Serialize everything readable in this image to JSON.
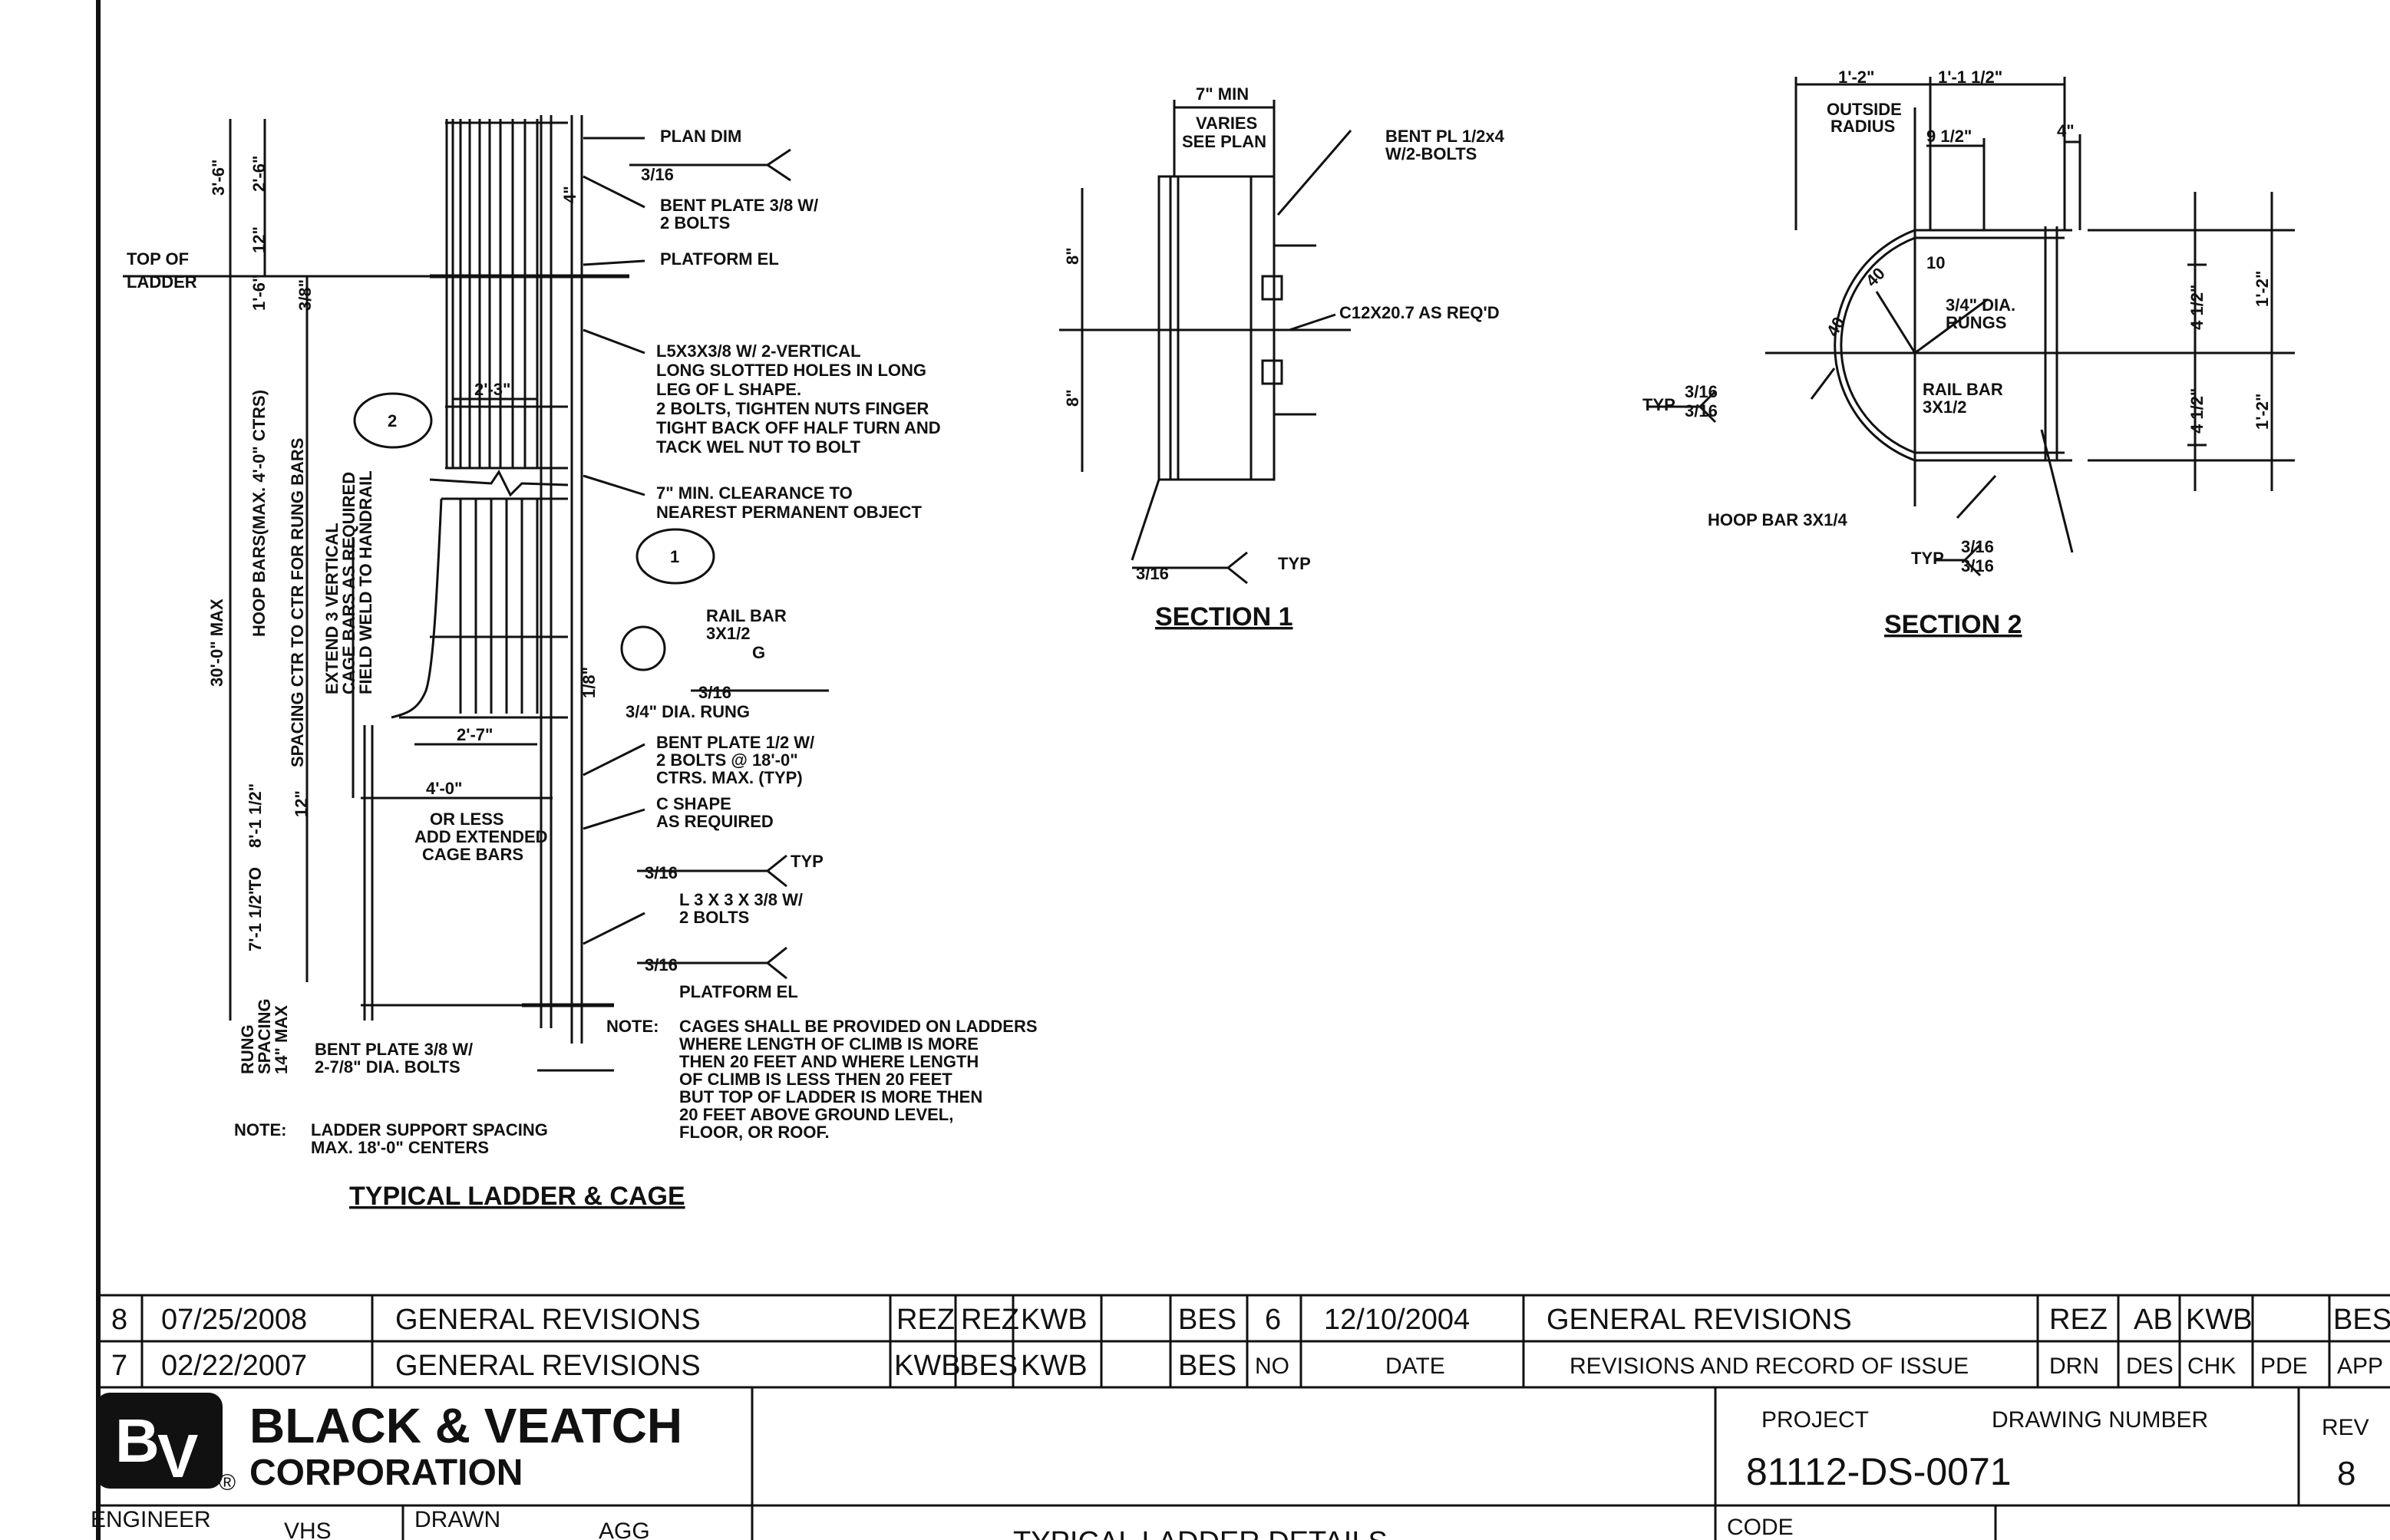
{
  "ladder_labels": {
    "plan_dim": "PLAN DIM",
    "weld_316": "3/16",
    "bent_plate_38_l1": "BENT PLATE 3/8 W/",
    "bent_plate_38_l2": "2 BOLTS",
    "platform_el": "PLATFORM EL",
    "l5_l1": "L5X3X3/8 W/ 2-VERTICAL",
    "l5_l2": "LONG SLOTTED HOLES IN LONG",
    "l5_l3": "LEG OF L SHAPE.",
    "l5_l4": "2 BOLTS, TIGHTEN NUTS FINGER",
    "l5_l5": "TIGHT BACK OFF HALF TURN AND",
    "l5_l6": "TACK WEL NUT TO BOLT",
    "clear_l1": "7\" MIN. CLEARANCE TO",
    "clear_l2": "NEAREST PERMANENT OBJECT",
    "rail_l1": "RAIL BAR",
    "rail_l2": "3X1/2",
    "weld_g": "G",
    "rung": "3/4\" DIA. RUNG",
    "bp12_l1": "BENT PLATE 1/2 W/",
    "bp12_l2": "2 BOLTS @ 18'-0\"",
    "bp12_l3": "CTRS. MAX. (TYP)",
    "cshape_l1": "C SHAPE",
    "cshape_l2": "AS REQUIRED",
    "typ": "TYP",
    "l3_l1": "L 3 X 3 X 3/8 W/",
    "l3_l2": "2 BOLTS",
    "note": "NOTE:",
    "cage_note_l1": "CAGES SHALL BE PROVIDED ON LADDERS",
    "cage_note_l2": "WHERE LENGTH OF CLIMB IS MORE",
    "cage_note_l3": "THEN 20 FEET AND WHERE LENGTH",
    "cage_note_l4": "OF CLIMB IS LESS THEN 20 FEET",
    "cage_note_l5": "BUT TOP OF LADDER IS MORE THEN",
    "cage_note_l6": "20 FEET ABOVE GROUND LEVEL,",
    "cage_note_l7": "FLOOR, OR ROOF.",
    "top_l1": "TOP OF",
    "top_l2": "LADDER",
    "dim_2_3": "2'-3\"",
    "dim_2_7": "2'-7\"",
    "dim_4_0": "4'-0\"",
    "or_less_l1": "OR LESS",
    "or_less_l2": "ADD EXTENDED",
    "or_less_l3": "CAGE BARS",
    "bp_bot_l1": "BENT PLATE 3/8 W/",
    "bp_bot_l2": "2-7/8\" DIA. BOLTS",
    "support_note_l1": "LADDER SUPPORT SPACING",
    "support_note_l2": "MAX. 18'-0\" CENTERS",
    "rung_spacing_l1": "RUNG",
    "rung_spacing_l2": "SPACING",
    "rung_spacing_l3": "14\" MAX",
    "v_30max": "30'-0\" MAX",
    "v_hoop": "HOOP BARS(MAX. 4'-0\" CTRS)",
    "v_spacing": "SPACING CTR TO CTR FOR RUNG BARS",
    "v_extend_l1": "EXTEND 3 VERTICAL",
    "v_extend_l2": "CAGE BARS AS REQUIRED",
    "v_extend_l3": "FIELD WELD TO HANDRAIL",
    "v_3_6": "3'-6\"",
    "v_2_6": "2'-6\"",
    "v_12a": "12\"",
    "v_1_6": "1'-6\"",
    "v_3_8": "3/8\"",
    "v_7_1": "7'-1 1/2\"",
    "v_to": "TO",
    "v_8_1": "8'-1 1/2\"",
    "v_12b": "12\"",
    "v_1_8": "1/8\"",
    "v_4": "4\"",
    "bubble_2": "2",
    "bubble_1": "1",
    "title": "TYPICAL LADDER & CAGE"
  },
  "section1": {
    "dim_7min": "7\" MIN",
    "varies_l1": "VARIES",
    "varies_l2": "SEE PLAN",
    "bent_l1": "BENT PL 1/2x4",
    "bent_l2": "W/2-BOLTS",
    "c12": "C12X20.7 AS REQ'D",
    "dim_8a": "8\"",
    "dim_8b": "8\"",
    "weld": "3/16",
    "typ": "TYP",
    "title": "SECTION 1"
  },
  "section2": {
    "dim_1_2": "1'-2\"",
    "dim_1_1": "1'-1 1/2\"",
    "outside_l1": "OUTSIDE",
    "outside_l2": "RADIUS",
    "dim_9": "9 1/2\"",
    "dim_4": "4\"",
    "ang_10": "10",
    "ang_40a": "40",
    "ang_40b": "40",
    "rungs_l1": "3/4\" DIA.",
    "rungs_l2": "RUNGS",
    "rail_l1": "RAIL BAR",
    "rail_l2": "3X1/2",
    "typ": "TYP",
    "weld_a": "3/16",
    "weld_b": "3/16",
    "hoop": "HOOP BAR 3X1/4",
    "r_4a": "4 1/2\"",
    "r_4b": "4 1/2\"",
    "r_1a": "1'-2\"",
    "r_1b": "1'-2\"",
    "title": "SECTION 2"
  },
  "revisions": {
    "rows": [
      {
        "no": "8",
        "date": "07/25/2008",
        "desc": "GENERAL  REVISIONS",
        "drn": "REZ",
        "des": "REZ",
        "chk": "KWB",
        "pde": "",
        "app": "BES"
      },
      {
        "no": "7",
        "date": "02/22/2007",
        "desc": "GENERAL  REVISIONS",
        "drn": "KWB",
        "des": "BES",
        "chk": "KWB",
        "pde": "",
        "app": "BES"
      }
    ],
    "right_row": {
      "no": "6",
      "date": "12/10/2004",
      "desc": "GENERAL  REVISIONS",
      "drn": "REZ",
      "des": "AB",
      "chk": "KWB",
      "pde": "",
      "app": "BES"
    },
    "header": {
      "no": "NO",
      "date": "DATE",
      "desc": "REVISIONS  AND  RECORD  OF  ISSUE",
      "drn": "DRN",
      "des": "DES",
      "chk": "CHK",
      "pde": "PDE",
      "app": "APP"
    }
  },
  "titleblock": {
    "company_l1": "BLACK & VEATCH",
    "company_l2": "CORPORATION",
    "reg": "®",
    "project_label": "PROJECT",
    "drawing_number_label": "DRAWING  NUMBER",
    "rev_label": "REV",
    "drawing_number": "81112-DS-0071",
    "rev": "8",
    "engineer_label": "ENGINEER",
    "engineer": "VHS",
    "drawn_label": "DRAWN",
    "drawn": "AGG",
    "code_label": "CODE",
    "drawing_title_partial": "TYPICAL  LADDER  DETAILS"
  }
}
